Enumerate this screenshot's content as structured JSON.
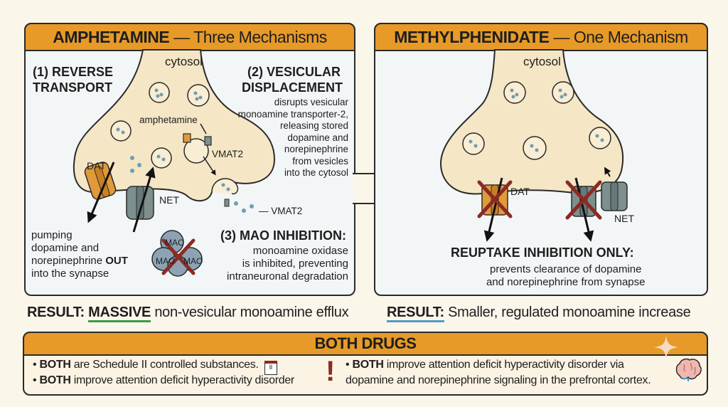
{
  "amphetamine": {
    "title_bold": "AMPHETAMINE",
    "title_rest": "— Three Mechanisms",
    "cytosol": "cytosol",
    "mech1_title_line1": "(1) REVERSE",
    "mech1_title_line2": "TRANSPORT",
    "mech2_title_line1": "(2) VESICULAR",
    "mech2_title_line2": "DISPLACEMENT",
    "mech2_desc": [
      "disrupts vesicular",
      "monoamine transporter-2,",
      "releasing stored",
      "dopamine and",
      "norepinephrine",
      "from vesicles",
      "into the cytosol"
    ],
    "label_amphetamine": "amphetamine",
    "label_vmat2": "VMAT2",
    "label_vmat2_b": "— VMAT2",
    "label_dat": "DAT",
    "label_net": "NET",
    "pump_desc_line1": "pumping",
    "pump_desc_line2": "dopamine and",
    "pump_desc_line3_pre": "norepinephrine ",
    "pump_desc_line3_bold": "OUT",
    "pump_desc_line4": "into the synapse",
    "mech3_title": "(3) MAO INHIBITION:",
    "mech3_desc": [
      "monoamine oxidase",
      "is inhibited, preventing",
      "intraneuronal degradation"
    ],
    "mao_label": "MAO"
  },
  "methylphenidate": {
    "title_bold": "METHYLPHENIDATE",
    "title_rest": "— One Mechanism",
    "cytosol": "cytosol",
    "label_dat": "DAT",
    "label_net": "NET",
    "reuptake_title": "REUPTAKE INHIBITION ONLY:",
    "reuptake_desc_line1": "prevents clearance of dopamine",
    "reuptake_desc_line2": "and norepinephrine from synapse"
  },
  "results": {
    "amp_label": "RESULT:",
    "amp_emph": "MASSIVE",
    "amp_text": "non-vesicular monoamine efflux",
    "mph_label": "RESULT:",
    "mph_text": "Smaller, regulated monoamine increase"
  },
  "both": {
    "title": "BOTH DRUGS",
    "b1_bold": "BOTH",
    "b1_text": "are Schedule II controlled substances.",
    "b1_icon_text": "II",
    "b2_bold": "BOTH",
    "b2_text": "improve attention deficit hyperactivity disorder",
    "b3_bold": "BOTH",
    "b3_text": "improve attention deficit hyperactivity disorder via",
    "b3_line2": "dopamine and norepinephrine signaling in the prefrontal cortex.",
    "exclaim": "!"
  },
  "colors": {
    "header_orange": "#e79a28",
    "neuron_fill": "#f5e6c6",
    "dat_orange": "#e09a3a",
    "net_gray": "#7d8f8e",
    "mao_blue": "#8da3b3",
    "inhibit_red": "#8c2a24",
    "underline_green": "#3b9a4a",
    "underline_blue": "#4f9ac6"
  }
}
